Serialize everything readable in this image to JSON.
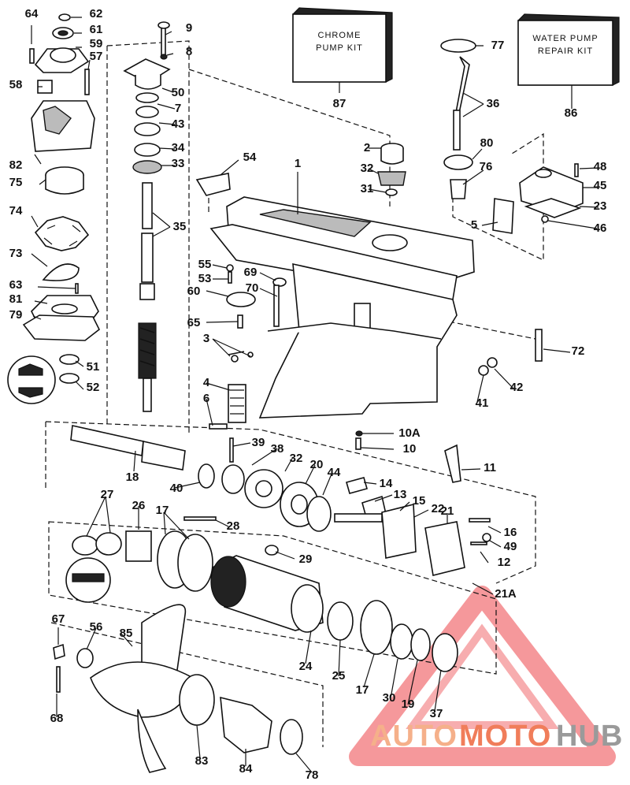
{
  "kits": {
    "chrome": [
      "CHROME",
      "PUMP KIT"
    ],
    "water": [
      "WATER PUMP",
      "REPAIR KIT"
    ]
  },
  "watermark": {
    "auto": "AUTO",
    "moto": "MOTO",
    "hub": "HUB",
    "colors": {
      "auto": "#f5b08a",
      "moto": "#f07d5a",
      "hub": "#9a9a9a",
      "triangle": "#f2767a"
    }
  },
  "callouts": [
    "64",
    "62",
    "61",
    "59",
    "57",
    "58",
    "82",
    "75",
    "74",
    "73",
    "63",
    "81",
    "79",
    "51",
    "52",
    "9",
    "8",
    "50",
    "7",
    "43",
    "34",
    "33",
    "35",
    "54",
    "1",
    "87",
    "2",
    "32",
    "31",
    "77",
    "36",
    "86",
    "80",
    "76",
    "48",
    "45",
    "23",
    "5",
    "46",
    "55",
    "53",
    "69",
    "70",
    "60",
    "65",
    "3",
    "72",
    "42",
    "41",
    "4",
    "6",
    "10A",
    "10",
    "39",
    "38",
    "32",
    "20",
    "44",
    "14",
    "13",
    "15",
    "22",
    "21",
    "16",
    "49",
    "12",
    "11",
    "18",
    "40",
    "27",
    "26",
    "17",
    "28",
    "29",
    "21A",
    "67",
    "56",
    "85",
    "68",
    "24",
    "25",
    "17",
    "30",
    "19",
    "37",
    "83",
    "84",
    "78"
  ]
}
